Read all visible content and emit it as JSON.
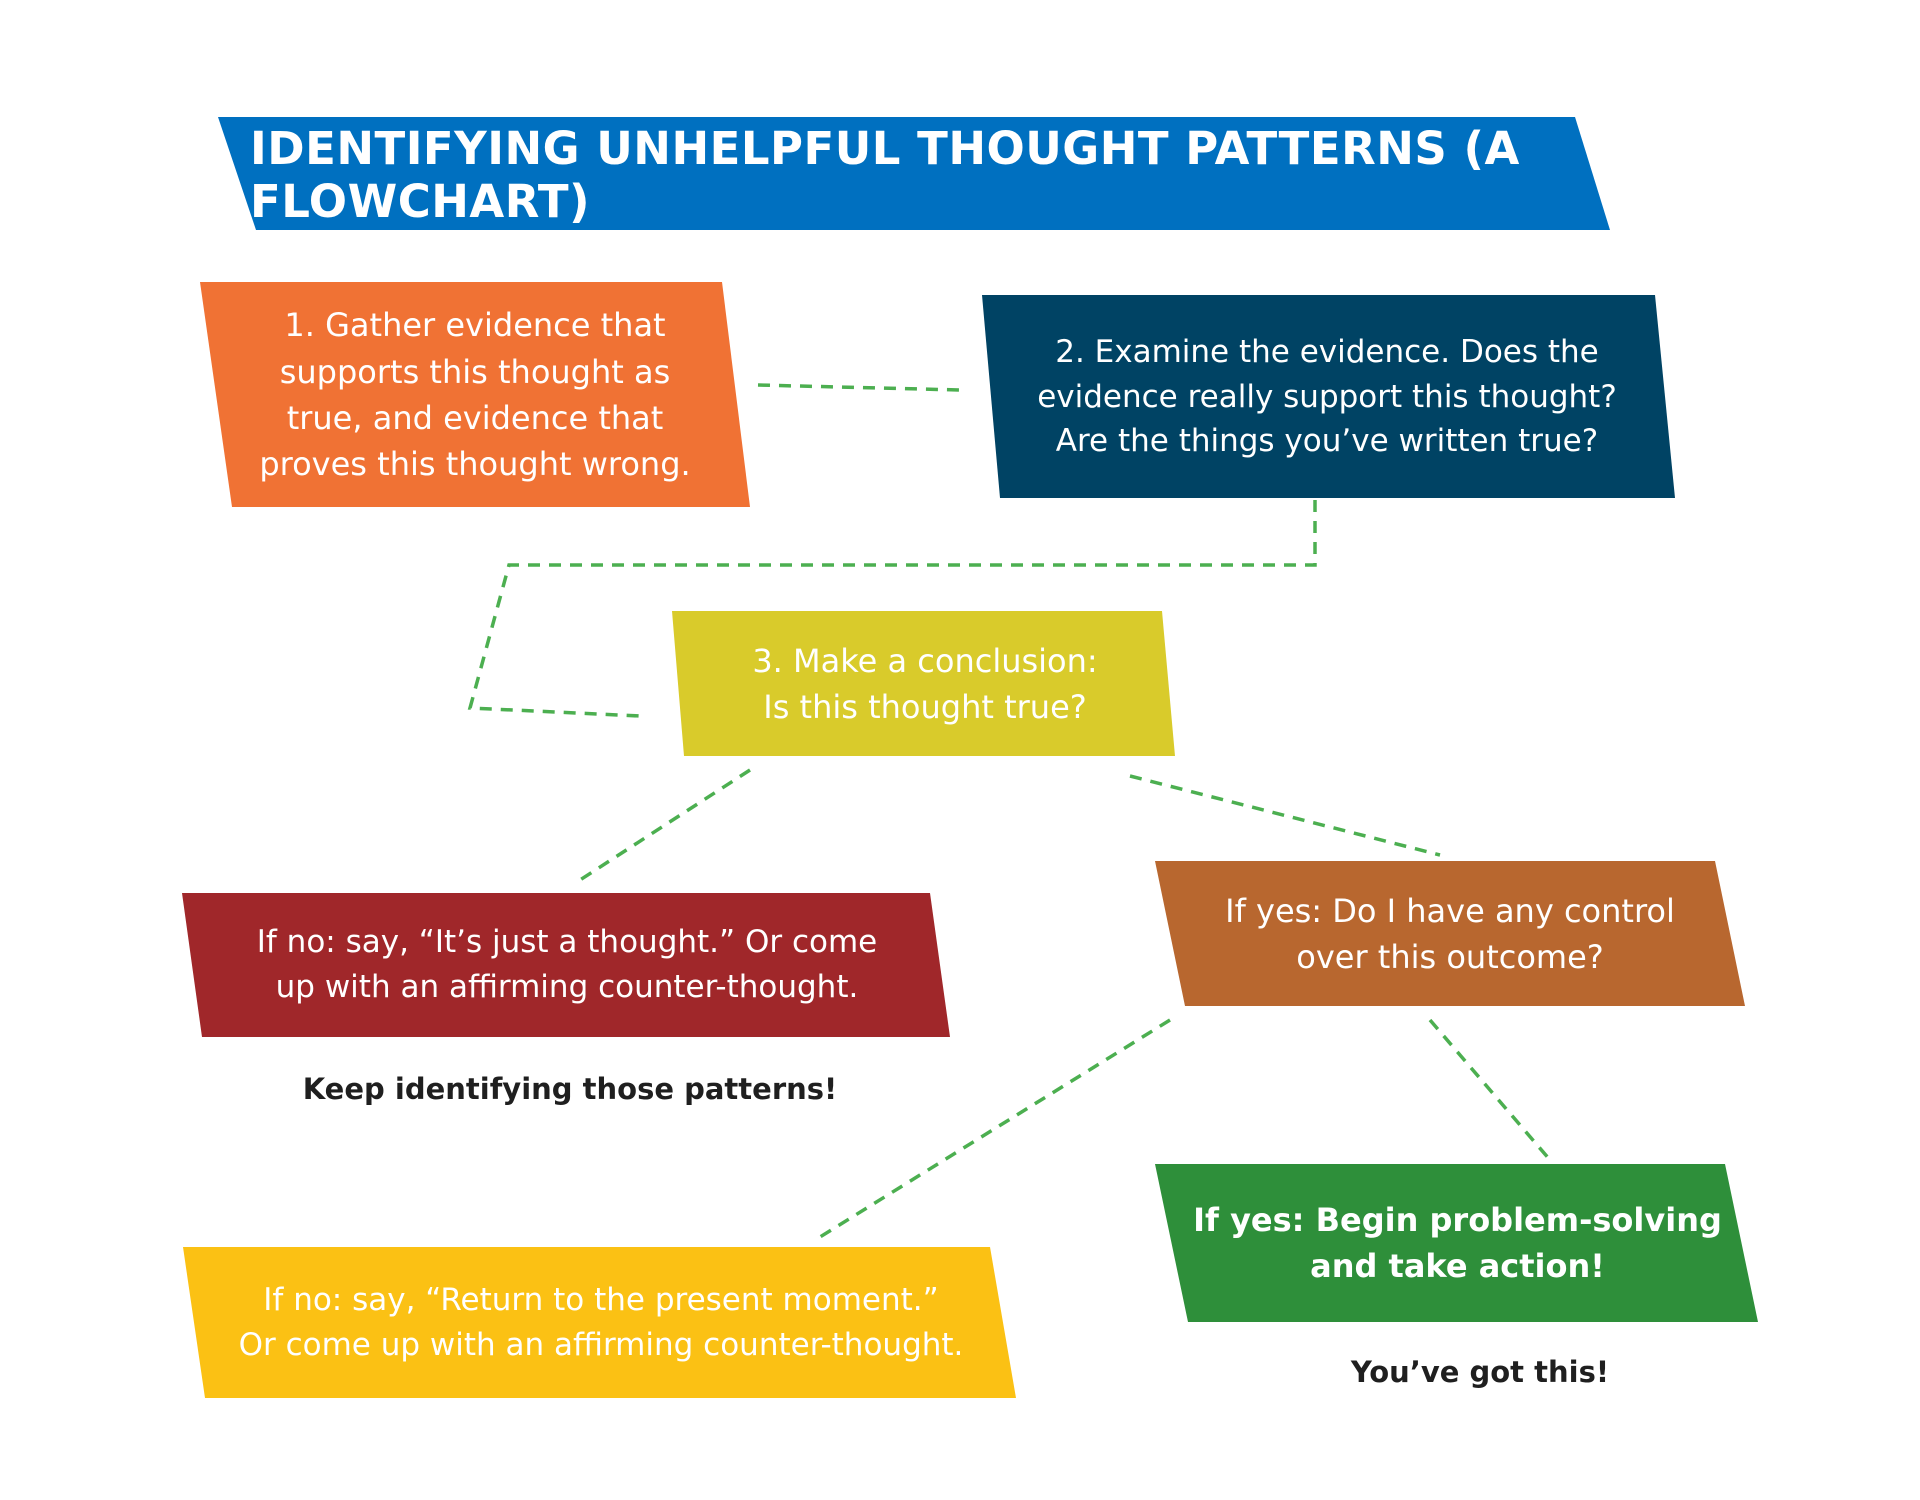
{
  "title": "IDENTIFYING UNHELPFUL THOUGHT PATTERNS (A FLOWCHART)",
  "colors": {
    "title": "#0070c0",
    "step1": "#f07234",
    "step2": "#004364",
    "step3": "#d9cb2b",
    "no1": "#a0272a",
    "yes1": "#b8672f",
    "no2": "#fbc114",
    "yes2": "#2e8f3a",
    "connector": "#4caf50"
  },
  "boxes": {
    "step1": "1. Gather evidence that\nsupports this thought as\ntrue, and evidence that\nproves this thought wrong.",
    "step2": "2. Examine the evidence. Does the\nevidence really support this thought?\nAre the things you’ve written true?",
    "step3": "3. Make a conclusion:\nIs this thought true?",
    "no1": "If no: say, “It’s just a thought.” Or come\nup with an affirming counter-thought.",
    "yes1": "If yes: Do I have any control\nover this outcome?",
    "no2": "If no: say, “Return to the present moment.”\nOr come up with an affirming counter-thought.",
    "yes2": "If yes: Begin problem-solving\nand take action!"
  },
  "notes": {
    "keep": "Keep identifying those patterns!",
    "gotit": "You’ve got this!"
  }
}
